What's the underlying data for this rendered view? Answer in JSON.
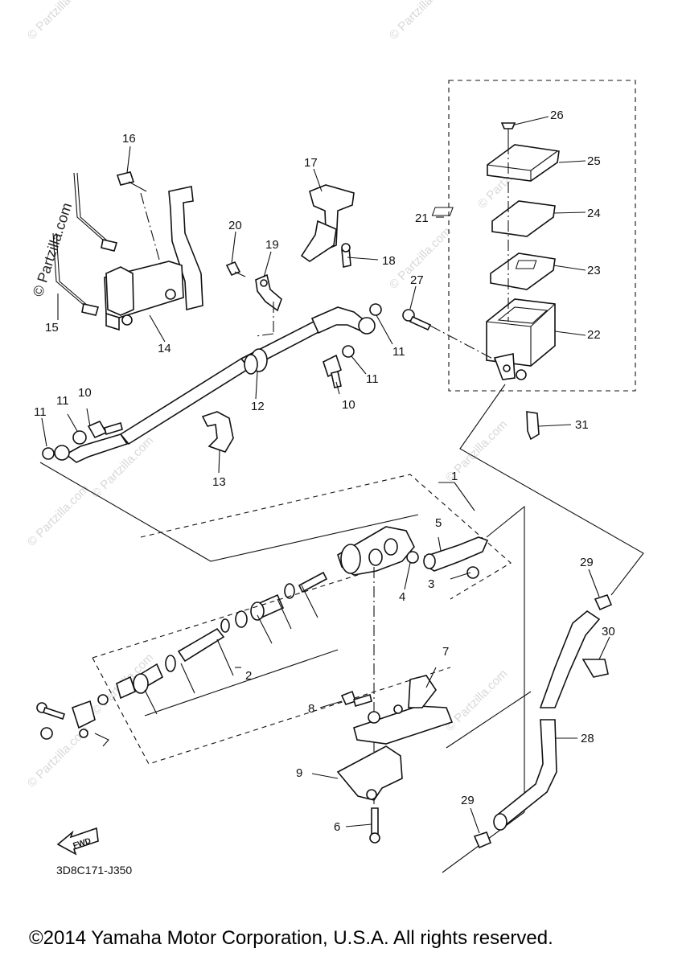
{
  "diagram_code": "3D8C171-J350",
  "copyright": "©2014 Yamaha Motor Corporation, U.S.A. All rights reserved.",
  "watermark": "© Partzilla.com",
  "fwd_label": "FWD",
  "callouts": {
    "c1": "1",
    "c2": "2",
    "c3": "3",
    "c4": "4",
    "c5": "5",
    "c6": "6",
    "c7": "7",
    "c8": "8",
    "c9": "9",
    "c10a": "10",
    "c10b": "10",
    "c11a": "11",
    "c11b": "11",
    "c11c": "11",
    "c11d": "11",
    "c12": "12",
    "c13": "13",
    "c14": "14",
    "c15": "15",
    "c16": "16",
    "c17": "17",
    "c18": "18",
    "c19": "19",
    "c20": "20",
    "c21": "21",
    "c22": "22",
    "c23": "23",
    "c24": "24",
    "c25": "25",
    "c26": "26",
    "c27": "27",
    "c28": "28",
    "c29a": "29",
    "c29b": "29",
    "c30": "30",
    "c31": "31"
  }
}
